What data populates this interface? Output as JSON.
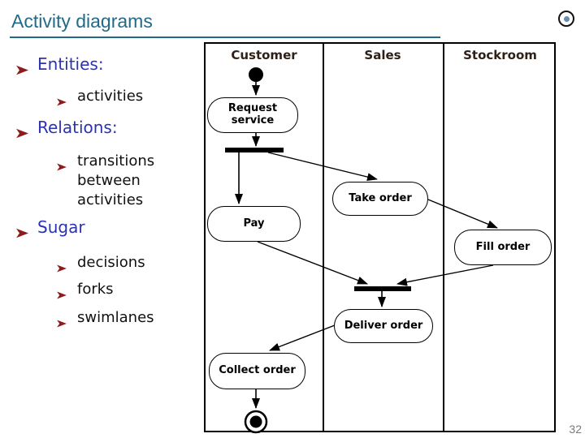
{
  "slide": {
    "title": "Activity diagrams",
    "page_number": "32"
  },
  "bullets": [
    {
      "level": 1,
      "label": "Entities:"
    },
    {
      "level": 2,
      "label": "activities"
    },
    {
      "level": 1,
      "label": "Relations:"
    },
    {
      "level": 2,
      "label": "transitions between activities"
    },
    {
      "level": 1,
      "label": "Sugar"
    },
    {
      "level": 2,
      "label": "decisions"
    },
    {
      "level": 2,
      "label": "forks"
    },
    {
      "level": 2,
      "label": "swimlanes"
    }
  ],
  "diagram": {
    "lanes": [
      "Customer",
      "Sales",
      "Stockroom"
    ],
    "nodes": {
      "request_service": "Request service",
      "take_order": "Take order",
      "pay": "Pay",
      "fill_order": "Fill order",
      "deliver_order": "Deliver order",
      "collect_order": "Collect order"
    }
  },
  "colors": {
    "title": "#226b88",
    "bullet_arrow": "#8e1b1b",
    "level1_text": "#2b33b3",
    "body_text": "#111111",
    "lane_header": "#2e2016",
    "diagram_stroke": "#000000",
    "page_number": "#7a7a7a",
    "logo_dot": "#6d8cab"
  }
}
